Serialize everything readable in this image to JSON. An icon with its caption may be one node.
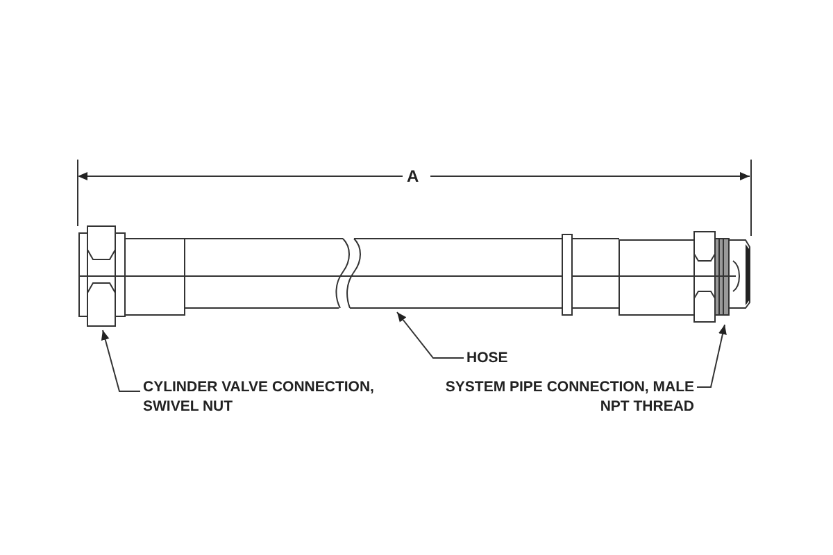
{
  "diagram": {
    "nodes": [
      {
        "text": [
          "CYLINDER VALVE CONNECTION, SWIVEL NUT"
        ]
      },
      {
        "text": [
          "HOSE"
        ]
      },
      {
        "text": [
          "SYSTEM PIPE CONNECTION, MALE NPT THREAD"
        ]
      },
      {
        "text": [],
        "shape": "picture"
      },
      {
        "text": [],
        "shape": "picture"
      },
      {
        "text": [],
        "shape": "picture"
      }
    ],
    "edges": [
      {
        "from": 0,
        "to": 3,
        "arrow": "to"
      },
      {
        "from": 1,
        "to": 4,
        "arrow": "to"
      },
      {
        "from": 2,
        "to": 5,
        "arrow": "to"
      }
    ],
    "labels": [
      "A"
    ]
  }
}
